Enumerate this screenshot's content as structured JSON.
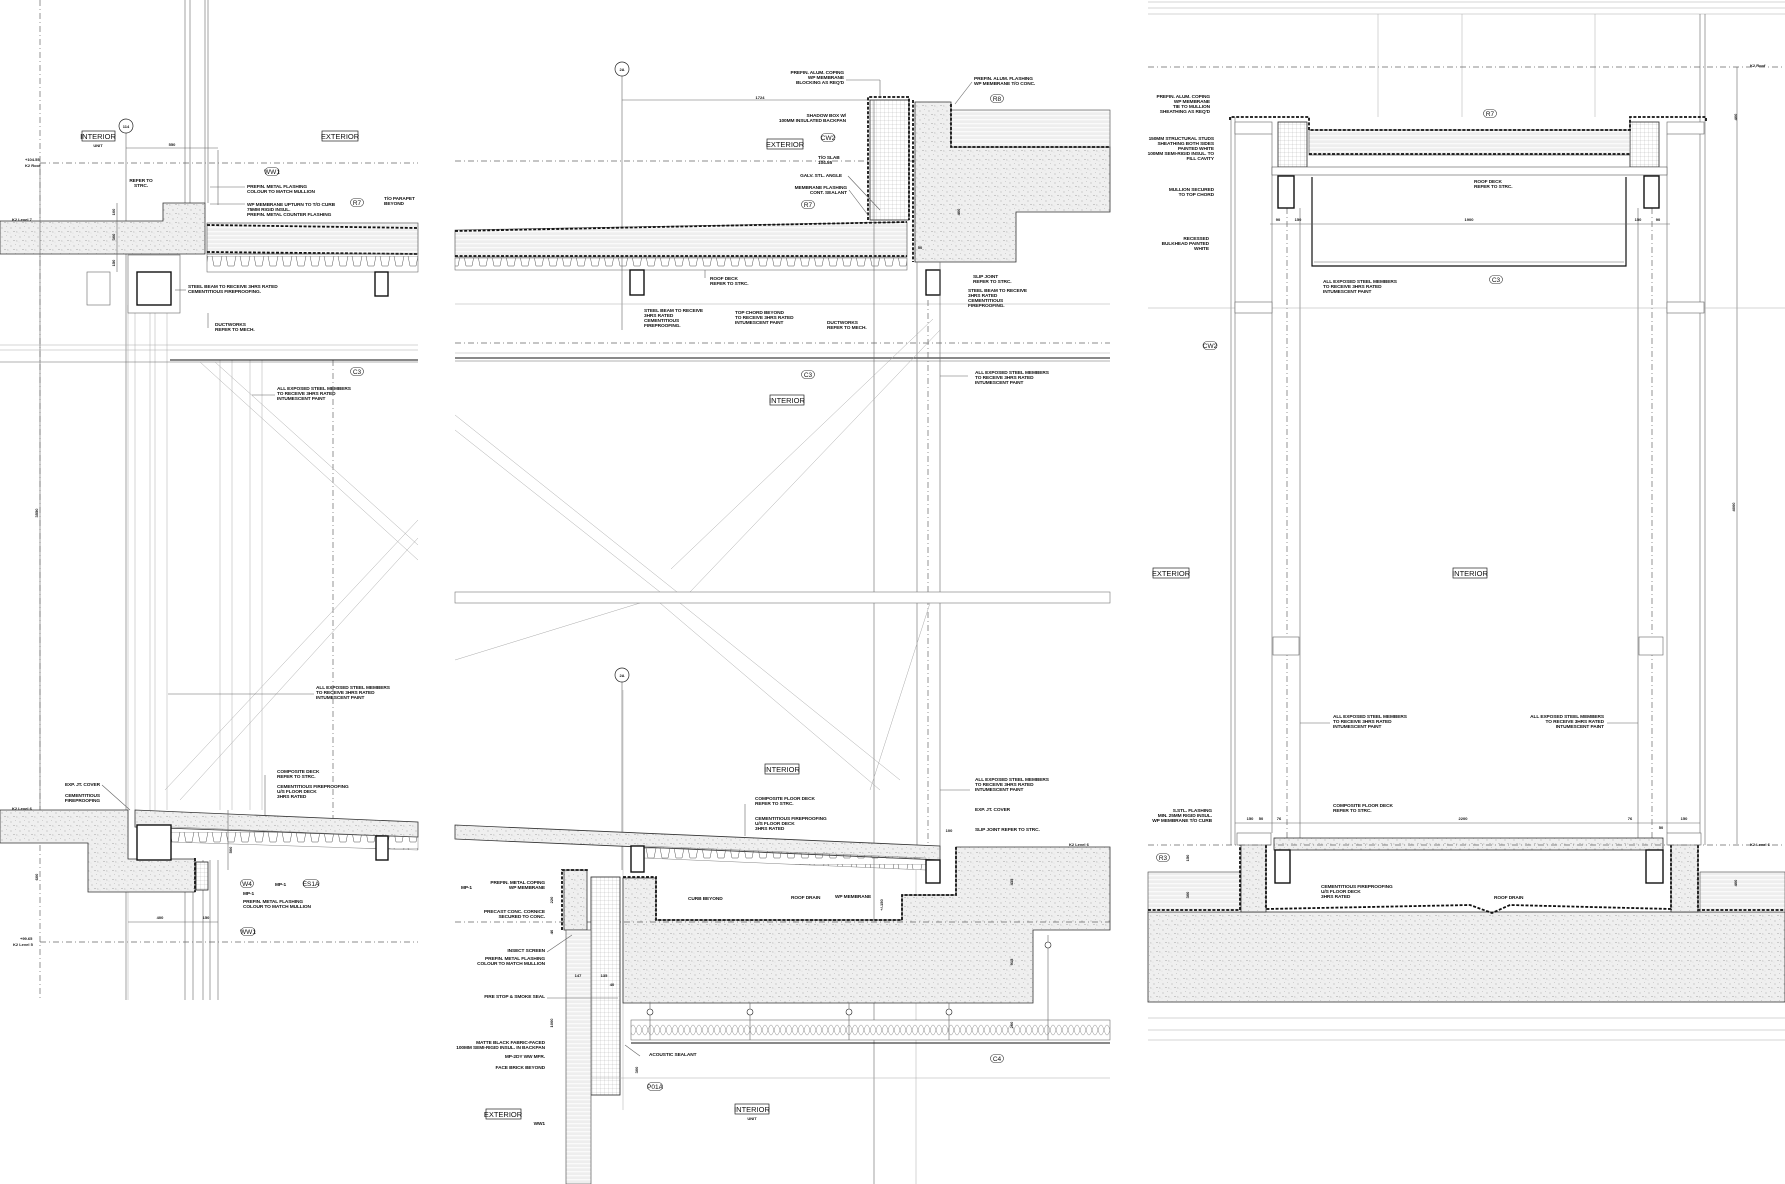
{
  "left": {
    "bubble": "114",
    "tags": {
      "interior": "INTERIOR",
      "unit": "UNIT",
      "exterior": "EXTERIOR"
    },
    "levels": {
      "roof_elev": "+104.55",
      "roof": "K2 Roof",
      "l7": "K2 Level 7",
      "l6": "K2 Level 6",
      "l5_elev": "+99.65",
      "l5": "K2 Level 5"
    },
    "dims": [
      "550",
      "100",
      "300",
      "150",
      "3550",
      "500",
      "400",
      "150",
      "600"
    ],
    "keynotes": [
      "WW1",
      "R7",
      "C3",
      "W4",
      "ES1A",
      "WW1"
    ],
    "notes": [
      [
        "REFER TO",
        "STRC."
      ],
      [
        "PREFIN. METAL FLASHING",
        "COLOUR TO MATCH MULLION"
      ],
      [
        "WP MEMBRANE UPTURN TO T/O CURB",
        "75MM RIGID INSUL.",
        "PREFIN. METAL COUNTER FLASHING"
      ],
      [
        "T/O PARAPET",
        "BEYOND"
      ],
      [
        "STEEL BEAM TO RECEIVE 3HRS RATED",
        "CEMENTITIOUS FIREPROOFING."
      ],
      [
        "DUCTWORKS",
        "REFER TO MECH."
      ],
      [
        "ALL EXPOSED STEEL MEMBERS",
        "TO RECEIVE 3HRS RATED",
        "INTUMESCENT PAINT"
      ],
      [
        "ALL EXPOSED STEEL MEMBERS",
        "TO RECEIVE 3HRS RATED",
        "INTUMESCENT PAINT"
      ],
      [
        "COMPOSITE DECK",
        "REFER TO STRC."
      ],
      [
        "CEMENTITIOUS FIREPROOFING",
        "U/S FLOOR DECK",
        "3HRS RATED"
      ],
      [
        "EXP. JT. COVER"
      ],
      [
        "CEMENTITIOUS",
        "FIREPROOFING"
      ],
      [
        "MP-1"
      ],
      [
        "MP-1"
      ],
      [
        "PREFIN. METAL FLASHING",
        "COLOUR TO MATCH MULLION"
      ]
    ]
  },
  "middle": {
    "bubbles": [
      "2A",
      "2A"
    ],
    "tags": {
      "exterior_top": "EXTERIOR",
      "interior_mid": "INTERIOR",
      "interior_low": "INTERIOR",
      "exterior_bottom": "EXTERIOR",
      "interior_unit": "INTERIOR",
      "unit": "UNIT"
    },
    "level": "K2 Level 6",
    "dims": [
      "1724",
      "400",
      "50",
      "100",
      "220",
      "+/-150",
      "435",
      "40",
      "147",
      "135",
      "40",
      "915",
      "1000",
      "200",
      "300"
    ],
    "keynotes": [
      "R8",
      "CW2",
      "R7",
      "C3",
      "C4",
      "P01A",
      "WW1",
      "MP-1"
    ],
    "notes": [
      [
        "PREFIN. ALUM. COPING",
        "WP MEMBRANE",
        "BLOCKING AS REQ'D"
      ],
      [
        "PREFIN. ALUM. FLASHING",
        "WP MEMBRANE T/O CONC."
      ],
      [
        "SHADOW BOX W/",
        "100MM INSULATED BACKPAN"
      ],
      [
        "T/O SLAB",
        "104.55"
      ],
      [
        "GALV. STL. ANGLE"
      ],
      [
        "MEMBRANE FLASHING",
        "CONT. SEALANT"
      ],
      [
        "SLIP JOINT",
        "REFER TO STRC."
      ],
      [
        "STEEL BEAM TO RECEIVE",
        "3HRS RATED",
        "CEMENTITIOUS",
        "FIREPROOFING."
      ],
      [
        "ROOF DECK",
        "REFER TO STRC."
      ],
      [
        "STEEL BEAM TO RECEIVE",
        "3HRS RATED",
        "CEMENTITIOUS",
        "FIREPROOFING."
      ],
      [
        "TOP CHORD BEYOND",
        "TO RECEIVE 3HRS RATED",
        "INTUMESCENT PAINT"
      ],
      [
        "DUCTWORKS",
        "REFER TO MECH."
      ],
      [
        "ALL EXPOSED STEEL MEMBERS",
        "TO RECEIVE 3HRS RATED",
        "INTUMESCENT PAINT"
      ],
      [
        "ALL EXPOSED STEEL MEMBERS",
        "TO RECEIVE 3HRS RATED",
        "INTUMESCENT PAINT"
      ],
      [
        "COMPOSITE FLOOR DECK",
        "REFER TO STRC."
      ],
      [
        "CEMENTITIOUS FIREPROOFING",
        "U/S FLOOR DECK",
        "3HRS RATED"
      ],
      [
        "EXP. JT. COVER"
      ],
      [
        "SLIP JOINT REFER TO STRC."
      ],
      [
        "PREFIN. METAL COPING",
        "WP MEMBRANE"
      ],
      [
        "CURB BEYOND"
      ],
      [
        "ROOF DRAIN"
      ],
      [
        "WP MEMBRANE"
      ],
      [
        "PRECAST CONC. CORNICE",
        "SECURED TO CONC."
      ],
      [
        "INSECT SCREEN"
      ],
      [
        "PREFIN. METAL FLASHING",
        "COLOUR TO MATCH MULLION"
      ],
      [
        "FIRE STOP & SMOKE SEAL"
      ],
      [
        "MATTE BLACK FABRIC-FACED",
        "100MM SEMI-RIGID INSUL. IN BACKPAN"
      ],
      [
        "MP-2DY WW MFR."
      ],
      [
        "ACOUSTIC SEALANT"
      ],
      [
        "FACE BRICK BEYOND"
      ]
    ]
  },
  "right": {
    "tags": {
      "exterior": "EXTERIOR",
      "interior": "INTERIOR"
    },
    "levels": {
      "roof": "K2 Roof",
      "l6": "K2 Level 6"
    },
    "dims": [
      "90",
      "150",
      "1900",
      "150",
      "90",
      "150",
      "50",
      "76",
      "2200",
      "76",
      "50",
      "150",
      "150",
      "300",
      "400",
      "4000",
      "400"
    ],
    "keynotes": [
      "R7",
      "C3",
      "CW2",
      "R3"
    ],
    "notes": [
      [
        "PREFIN. ALUM. COPING",
        "WP MEMBRANE",
        "TIE TO MULLION",
        "SHEATHING AS REQ'D"
      ],
      [
        "150MM STRUCTURAL STUDS",
        "SHEATHING BOTH SIDES",
        "PAINTED WHITE",
        "100MM SEMI-RIGID INSUL. TO",
        "FILL CAVITY"
      ],
      [
        "ROOF DECK",
        "REFER TO STRC."
      ],
      [
        "MULLION SECURED",
        "TO TOP CHORD"
      ],
      [
        "RECESSED",
        "BULKHEAD PAINTED",
        "WHITE"
      ],
      [
        "ALL EXPOSED STEEL MEMBERS",
        "TO RECEIVE 3HRS RATED",
        "INTUMESCENT PAINT"
      ],
      [
        "ALL EXPOSED STEEL MEMBERS",
        "TO RECEIVE 3HRS RATED",
        "INTUMESCENT PAINT"
      ],
      [
        "ALL EXPOSED STEEL MEMBERS",
        "TO RECEIVE 3HRS RATED",
        "INTUMESCENT PAINT"
      ],
      [
        "S.STL. FLASHING",
        "MIN. 25MM RIGID INSUL.",
        "WP MEMBRANE T/O CURB"
      ],
      [
        "COMPOSITE FLOOR DECK",
        "REFER TO STRC."
      ],
      [
        "CEMENTITIOUS FIREPROOFING",
        "U/S FLOOR DECK",
        "3HRS RATED"
      ],
      [
        "ROOF DRAIN"
      ]
    ]
  }
}
